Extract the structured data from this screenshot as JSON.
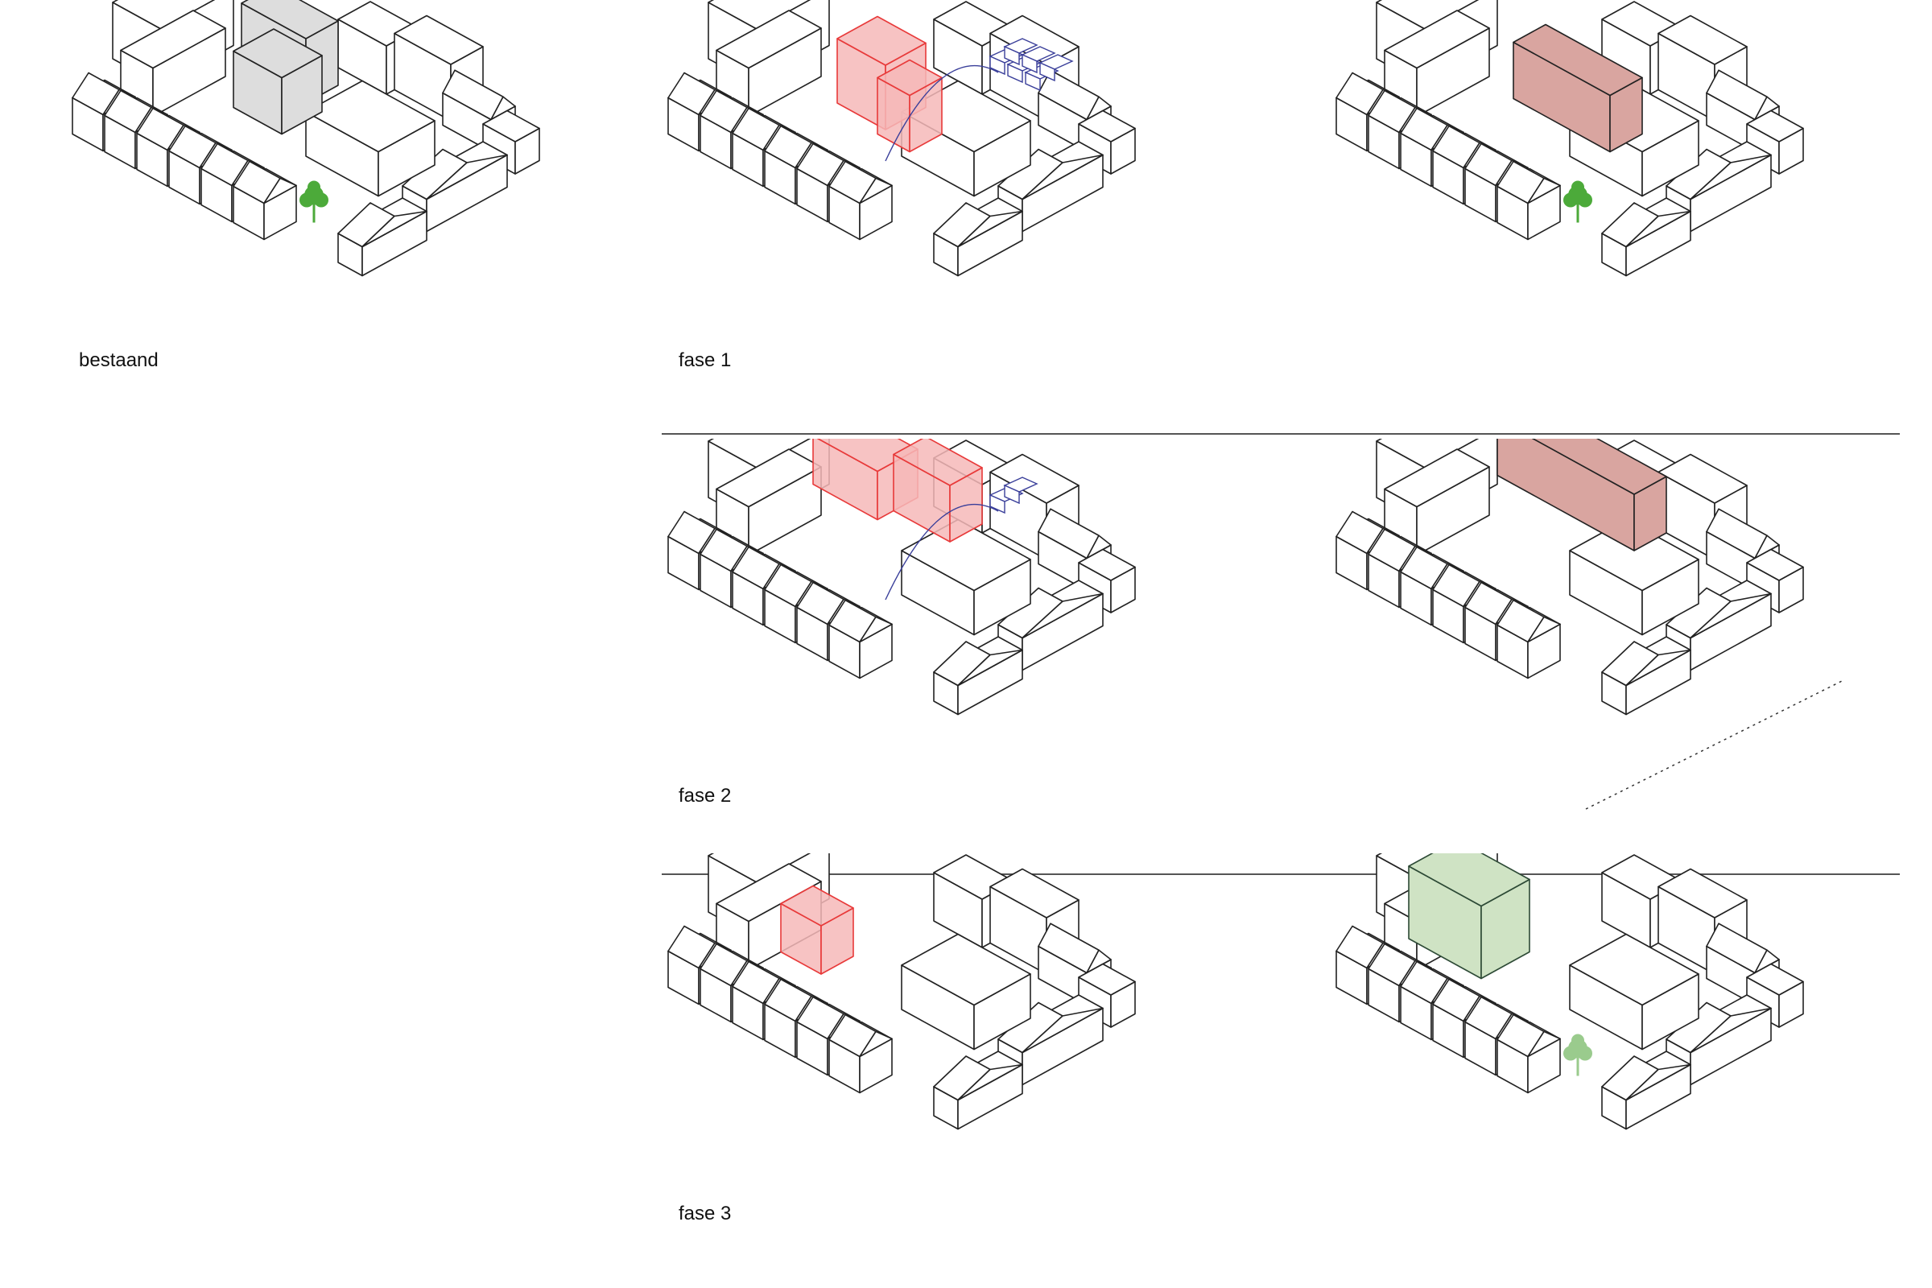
{
  "labels": {
    "existing": "bestaand",
    "phase1": "fase 1",
    "phase2": "fase 2",
    "phase3": "fase 3"
  },
  "colors": {
    "outline": "#222222",
    "demolition_red": "#e83a3a",
    "module_blue": "#3a3f9a",
    "roof_pink": "#d9a5a0",
    "green_roof": "#cfe3c4",
    "tree_green": "#4caa3a",
    "courtyard_hatch": "#9a9a9a"
  },
  "panels": [
    {
      "id": "existing",
      "highlight": "hatch",
      "has_tree": true
    },
    {
      "id": "phase1-demolition",
      "highlight": "red",
      "has_modules": true
    },
    {
      "id": "phase1-result",
      "highlight": "pink-roof",
      "has_tree": true
    },
    {
      "id": "phase2-demolition",
      "highlight": "red",
      "has_modules": true
    },
    {
      "id": "phase2-result",
      "highlight": "pink-roof",
      "has_dotted_path": true
    },
    {
      "id": "phase3-demolition",
      "highlight": "red"
    },
    {
      "id": "phase3-result",
      "highlight": "green-roof",
      "has_tree": true
    }
  ]
}
